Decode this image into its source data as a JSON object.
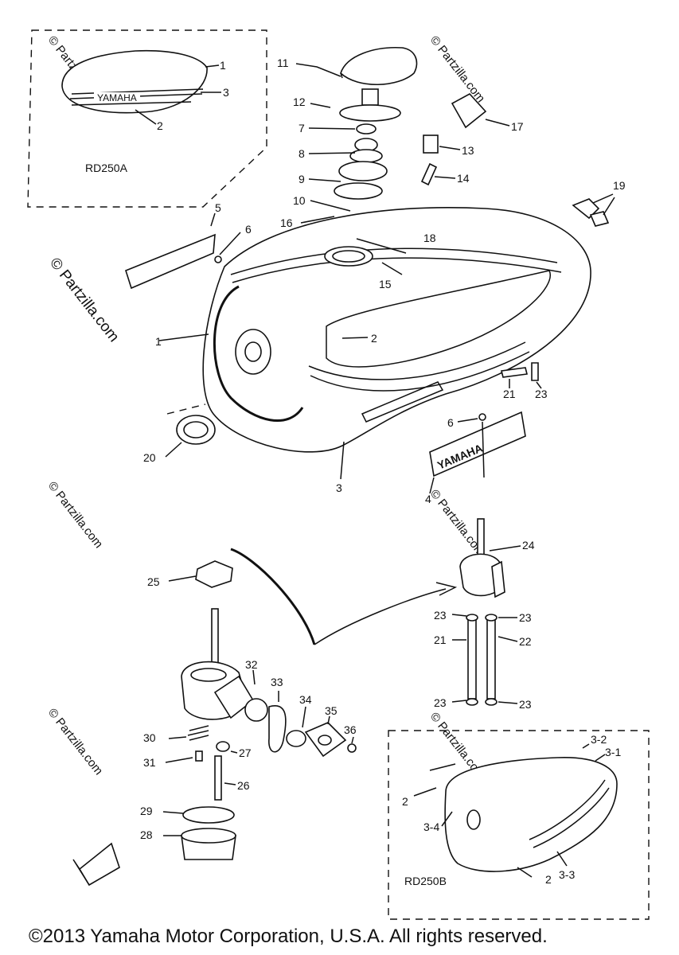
{
  "insets": {
    "top_model": "RD250A",
    "bottom_model": "RD250B"
  },
  "emblem_text": "YAMAHA",
  "copyright": "©2013 Yamaha Motor Corporation, U.S.A. All rights reserved.",
  "watermark": {
    "side": "© Partzilla.com",
    "tile": "© Partzilla.com"
  },
  "callouts": {
    "c1": "1",
    "c2": "2",
    "c3": "3",
    "c1b": "1",
    "c2b": "2",
    "c3b": "3",
    "c4": "4",
    "c5": "5",
    "c6": "6",
    "c6b": "6",
    "c7": "7",
    "c8": "8",
    "c9": "9",
    "c10": "10",
    "c11": "11",
    "c12": "12",
    "c13": "13",
    "c14": "14",
    "c15": "15",
    "c16": "16",
    "c17": "17",
    "c18": "18",
    "c19": "19",
    "c20": "20",
    "c21": "21",
    "c23": "23",
    "c24": "24",
    "c25": "25",
    "c23a": "23",
    "c23b": "23",
    "c21b": "21",
    "c22": "22",
    "c23c": "23",
    "c23d": "23",
    "c26": "26",
    "c27": "27",
    "c28": "28",
    "c29": "29",
    "c30": "30",
    "c31": "31",
    "c32": "32",
    "c33": "33",
    "c34": "34",
    "c35": "35",
    "c36": "36",
    "c32b": "3-2",
    "c31b": "3-1",
    "c2c": "2",
    "c34b": "3-4",
    "c2d": "2",
    "c33b": "3-3"
  }
}
